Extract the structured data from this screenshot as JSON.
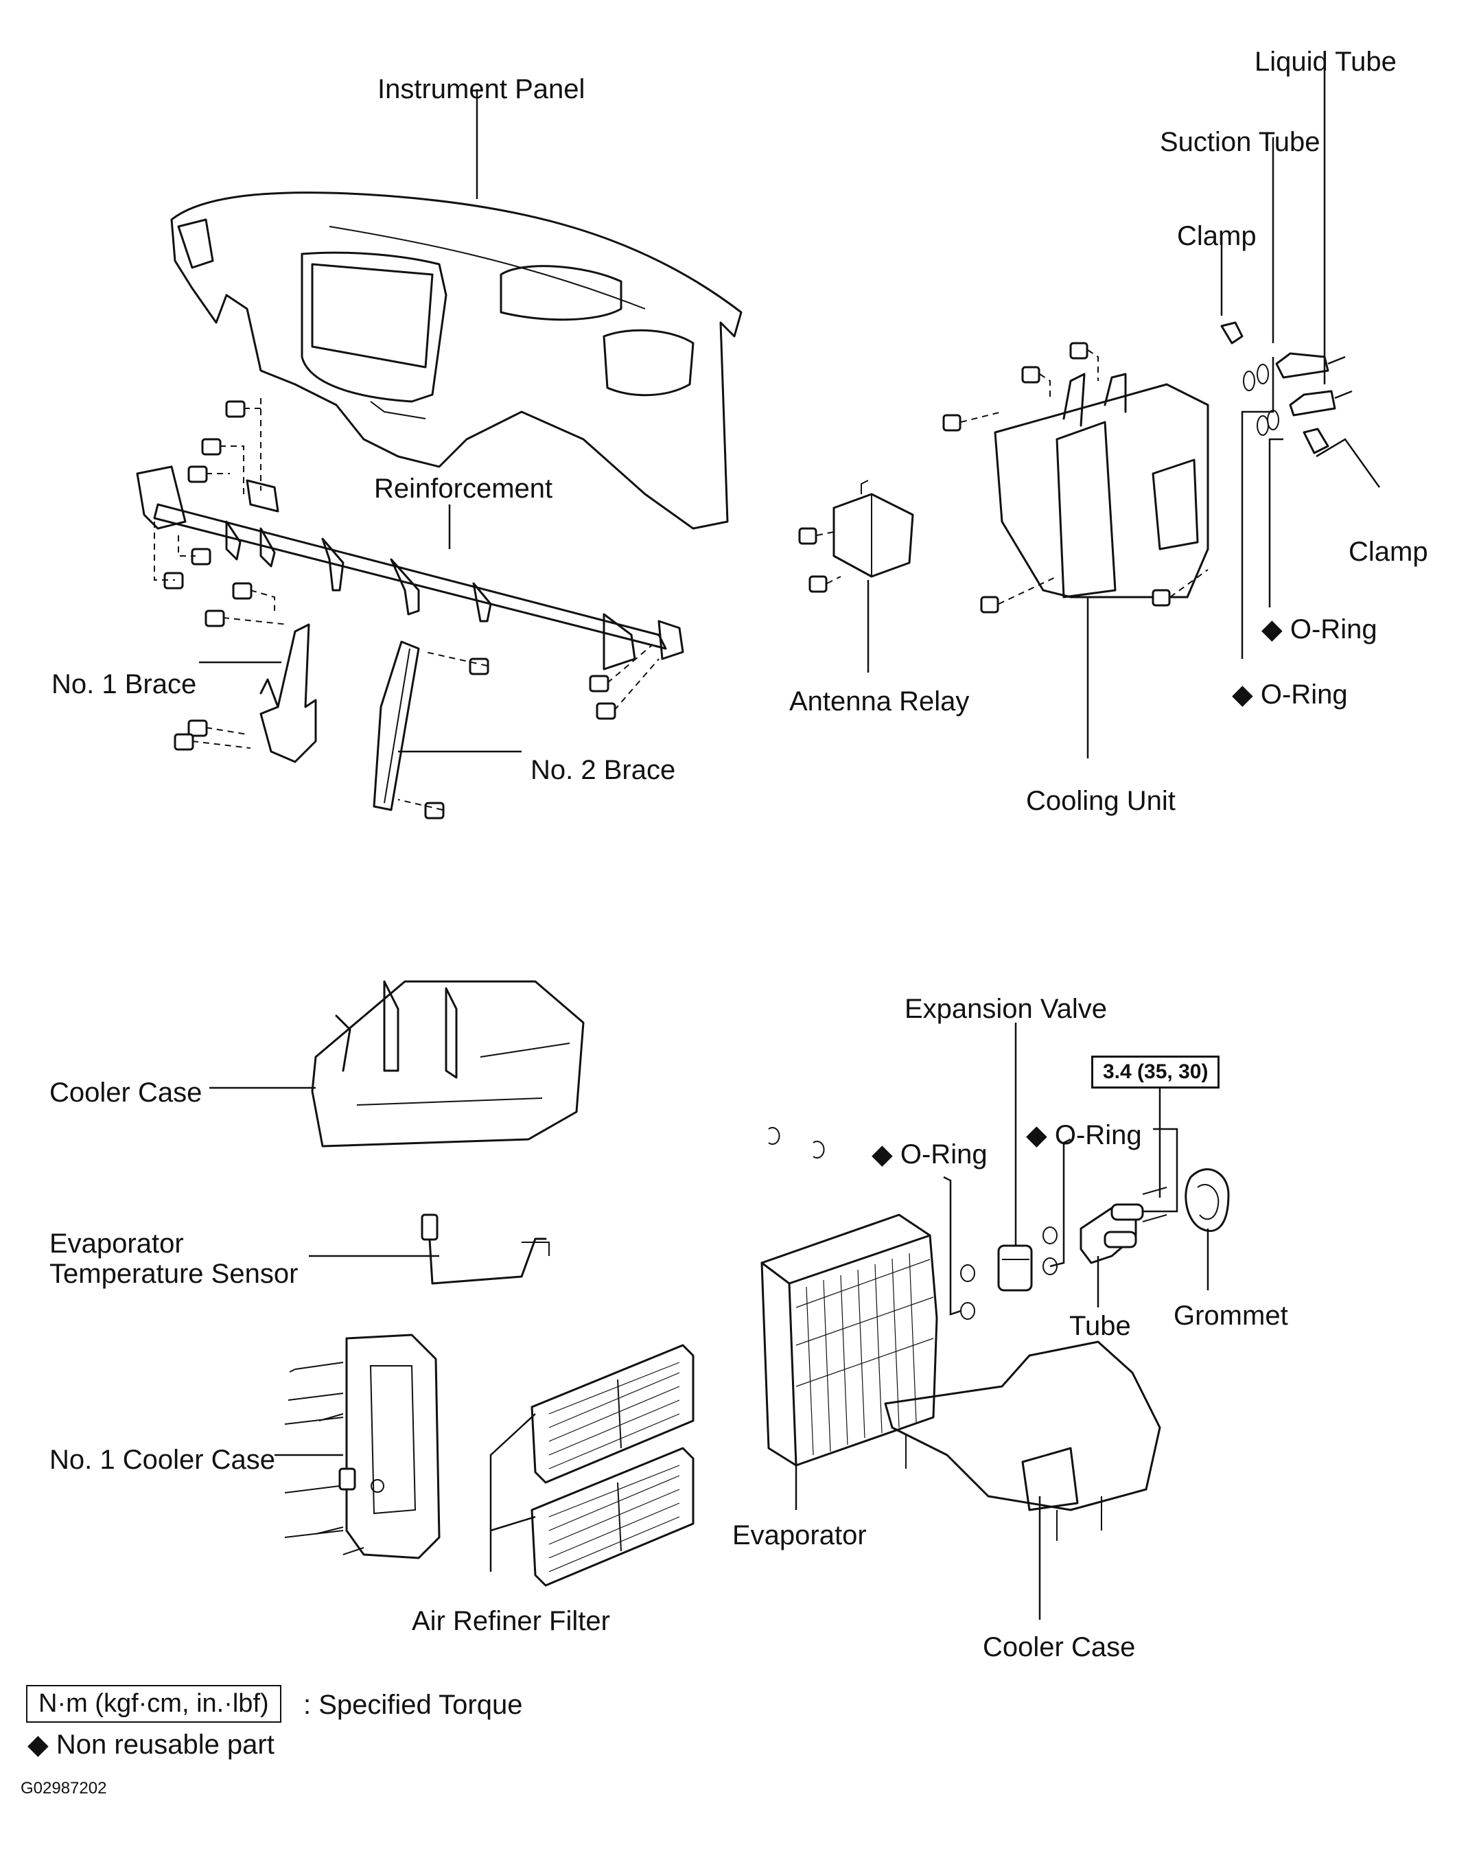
{
  "labels": {
    "instrument_panel": "Instrument Panel",
    "liquid_tube": "Liquid Tube",
    "suction_tube": "Suction Tube",
    "clamp_top": "Clamp",
    "clamp_right": "Clamp",
    "reinforcement": "Reinforcement",
    "no1_brace": "No. 1 Brace",
    "no2_brace": "No. 2 Brace",
    "antenna_relay": "Antenna Relay",
    "cooling_unit": "Cooling Unit",
    "oring_a": "O-Ring",
    "oring_b": "O-Ring",
    "cooler_case_top": "Cooler Case",
    "expansion_valve": "Expansion Valve",
    "torque_value": "3.4 (35, 30)",
    "oring_c": "O-Ring",
    "oring_d": "O-Ring",
    "evap_sensor": "Evaporator\nTemperature Sensor",
    "tube": "Tube",
    "grommet": "Grommet",
    "no1_cooler_case": "No. 1 Cooler Case",
    "evaporator": "Evaporator",
    "air_refiner_filter": "Air Refiner Filter",
    "cooler_case_bottom": "Cooler Case"
  },
  "legend": {
    "torque_unit": "N·m (kgf·cm, in.·lbf)",
    "torque_text": ": Specified Torque",
    "nonreusable_mark": "◆",
    "nonreusable_text": "Non reusable part"
  },
  "figure_id": "G02987202"
}
